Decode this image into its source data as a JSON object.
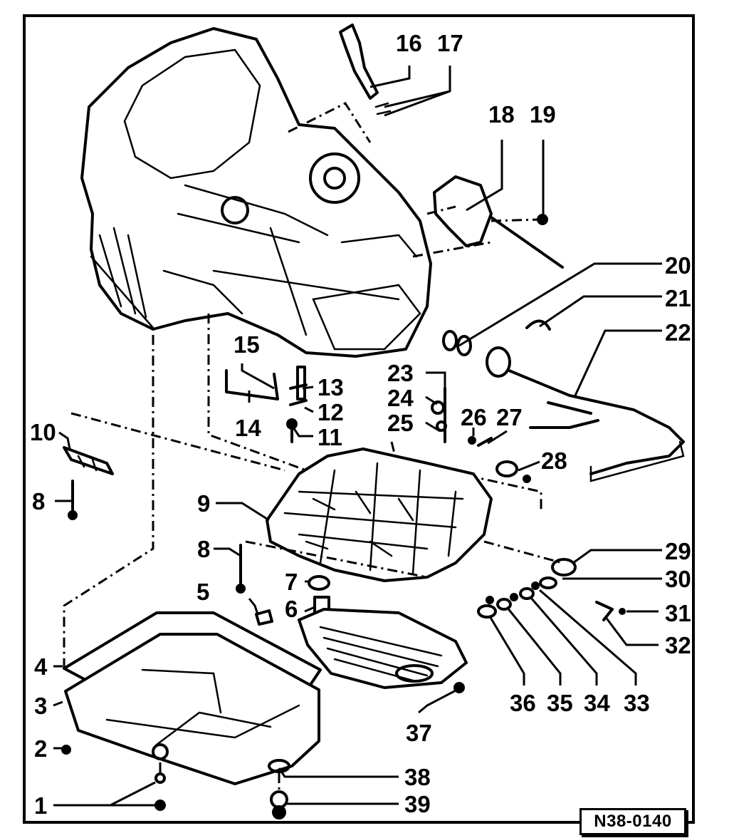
{
  "reference_code": "N38-0140",
  "callouts": {
    "c1": "1",
    "c2": "2",
    "c3": "3",
    "c4": "4",
    "c5": "5",
    "c6": "6",
    "c7": "7",
    "c8a": "8",
    "c8b": "8",
    "c9": "9",
    "c10": "10",
    "c11": "11",
    "c12": "12",
    "c13": "13",
    "c14": "14",
    "c15": "15",
    "c16": "16",
    "c17": "17",
    "c18": "18",
    "c19": "19",
    "c20": "20",
    "c21": "21",
    "c22": "22",
    "c23": "23",
    "c24": "24",
    "c25": "25",
    "c26": "26",
    "c27": "27",
    "c28": "28",
    "c29": "29",
    "c30": "30",
    "c31": "31",
    "c32": "32",
    "c33": "33",
    "c34": "34",
    "c35": "35",
    "c36": "36",
    "c37": "37",
    "c38": "38",
    "c39": "39"
  }
}
